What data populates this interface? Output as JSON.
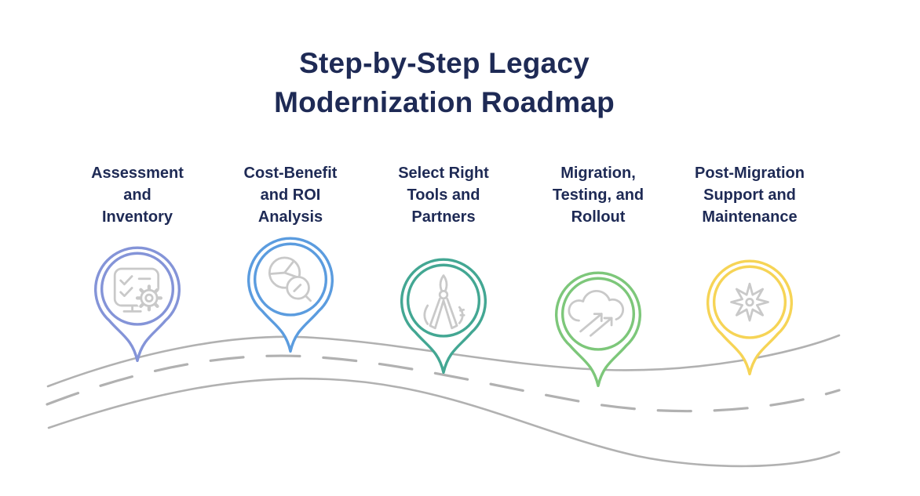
{
  "title": {
    "line1": "Step-by-Step Legacy",
    "line2": "Modernization Roadmap"
  },
  "steps": [
    {
      "label": "Assessment and Inventory",
      "lines": [
        "Assessment",
        "and",
        "Inventory"
      ],
      "color": "#8494d8",
      "icon": "checklist-gear-icon"
    },
    {
      "label": "Cost-Benefit and ROI Analysis",
      "lines": [
        "Cost-Benefit",
        "and ROI",
        "Analysis"
      ],
      "color": "#5b9cdf",
      "icon": "pie-chart-magnifier-icon"
    },
    {
      "label": "Select Right Tools and Partners",
      "lines": [
        "Select Right",
        "Tools and",
        "Partners"
      ],
      "color": "#43a793",
      "icon": "drafting-compass-icon"
    },
    {
      "label": "Migration, Testing, and Rollout",
      "lines": [
        "Migration,",
        "Testing, and",
        "Rollout"
      ],
      "color": "#7dc77a",
      "icon": "cloud-migration-arrows-icon"
    },
    {
      "label": "Post-Migration Support and Maintenance",
      "lines": [
        "Post-Migration",
        "Support and",
        "Maintenance"
      ],
      "color": "#f6d456",
      "icon": "starburst-icon"
    }
  ],
  "colors": {
    "title_text": "#1e2a55",
    "label_text": "#1e2a55",
    "road_gray": "#b1b1b1",
    "icon_gray": "#c9c9c9",
    "pin_fill": "#ffffff",
    "background": "#ffffff"
  }
}
